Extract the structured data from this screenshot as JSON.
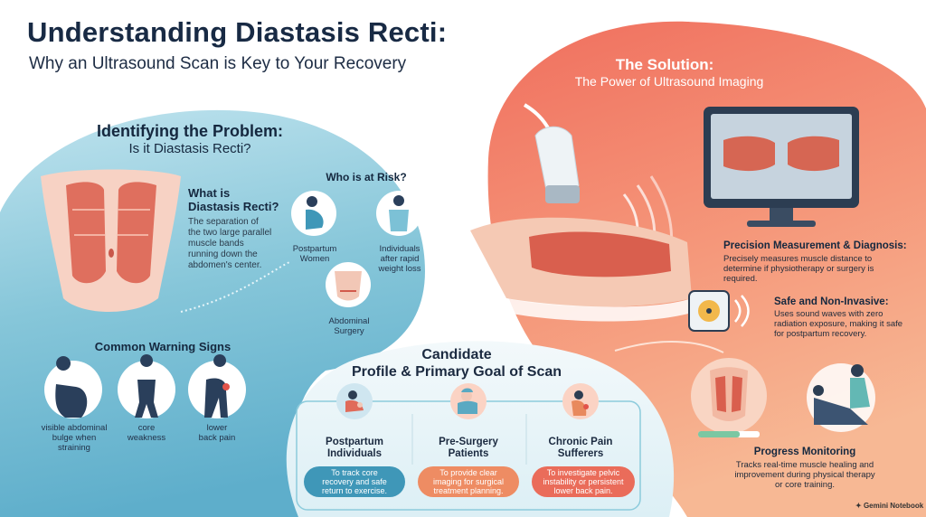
{
  "header": {
    "title": "Understanding Diastasis Recti:",
    "subtitle": "Why an Ultrasound Scan is Key to Your Recovery"
  },
  "solution": {
    "title": "The Solution:",
    "subtitle": "The Power of Ultrasound Imaging",
    "features": [
      {
        "title": "Precision Measurement & Diagnosis:",
        "desc_lines": [
          "Precisely measures muscle distance to",
          "determine if physiotherapy or surgery is",
          "required."
        ],
        "icon": "monitor-icon"
      },
      {
        "title": "Safe and Non-Invasive:",
        "desc_lines": [
          "Uses sound waves with zero",
          "radiation exposure, making it safe",
          "for postpartum recovery."
        ],
        "icon": "radiation-safe-icon"
      },
      {
        "title": "Progress Monitoring",
        "desc_lines": [
          "Tracks real-time muscle healing and",
          "improvement during physical therapy",
          "or core training."
        ],
        "icon": "therapy-icon"
      }
    ]
  },
  "problem": {
    "title": "Identifying the Problem:",
    "subtitle": "Is it Diastasis Recti?",
    "what_is": {
      "title_lines": [
        "What is",
        "Diastasis Recti?"
      ],
      "desc_lines": [
        "The separation of",
        "the two large parallel",
        "muscle bands",
        "running down the",
        "abdomen's center."
      ]
    },
    "risk": {
      "title": "Who is at Risk?",
      "groups": [
        {
          "lines": [
            "Postpartum",
            "Women"
          ],
          "icon": "pregnant-woman-icon"
        },
        {
          "lines": [
            "Individuals",
            "after rapid",
            "weight loss"
          ],
          "icon": "weight-loss-icon"
        },
        {
          "lines": [
            "Abdominal",
            "Surgery"
          ],
          "icon": "abdomen-surgery-icon"
        }
      ]
    },
    "warnings": {
      "title": "Common Warning Signs",
      "items": [
        {
          "lines": [
            "visible abdominal",
            "bulge when",
            "straining"
          ],
          "icon": "bulge-icon"
        },
        {
          "lines": [
            "core",
            "weakness"
          ],
          "icon": "weakness-icon"
        },
        {
          "lines": [
            "lower",
            "back pain"
          ],
          "icon": "back-pain-icon"
        }
      ]
    }
  },
  "candidate": {
    "title_lines": [
      "Candidate",
      "Profile & Primary Goal of Scan"
    ],
    "profiles": [
      {
        "name_lines": [
          "Postpartum",
          "Individuals"
        ],
        "goal_lines": [
          "To track core",
          "recovery and safe",
          "return to exercise."
        ],
        "color": "#3f97b8",
        "icon": "mother-baby-icon"
      },
      {
        "name_lines": [
          "Pre-Surgery",
          "Patients"
        ],
        "goal_lines": [
          "To provide clear",
          "imaging for surgical",
          "treatment planning."
        ],
        "color": "#ee8c63",
        "icon": "surgeon-icon"
      },
      {
        "name_lines": [
          "Chronic Pain",
          "Sufferers"
        ],
        "goal_lines": [
          "To investigate pelvic",
          "instability or persistent",
          "lower back pain."
        ],
        "color": "#ea6c5a",
        "icon": "pain-icon"
      }
    ]
  },
  "brand": "Gemini Notebook",
  "colors": {
    "teal": "#6ab5cd",
    "coral": "#f08b73",
    "navy": "#182a44",
    "blue_pill": "#3f97b8",
    "orange_pill": "#ee8c63",
    "red_pill": "#ea6c5a"
  }
}
